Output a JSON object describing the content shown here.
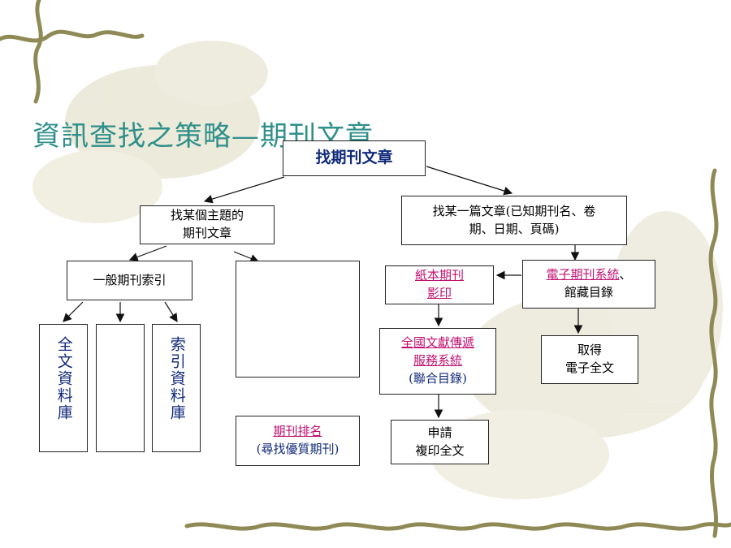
{
  "title": "資訊查找之策略—期刊文章",
  "nodes": {
    "root": "找期刊文章",
    "topic_line1": "找某個主題的",
    "topic_line2": "期刊文章",
    "article_line1": "找某一篇文章(已知期刊名、卷",
    "article_line2": "期、日期、頁碼)",
    "general_index": "一般期刊索引",
    "fulltext_db": "全文資料庫",
    "index_db": "索引資料庫",
    "ranking_link": "期刊排名",
    "ranking_sub": "(尋找優質期刊)",
    "paper_link1": "紙本期刊",
    "paper_link2": "影印",
    "ejournal_link": "電子期刊系統",
    "ejournal_suffix": "、",
    "ejournal_line2": "館藏目錄",
    "ndds_link1": "全國文獻傳遞",
    "ndds_link2": "服務系統",
    "ndds_sub": "(聯合目錄)",
    "get_line1": "取得",
    "get_line2": "電子全文",
    "apply_line1": "申請",
    "apply_line2": "複印全文"
  },
  "colors": {
    "title": "#2f8f8a",
    "link": "#c01070",
    "node_text": "#102a7a",
    "border": "#222222"
  }
}
